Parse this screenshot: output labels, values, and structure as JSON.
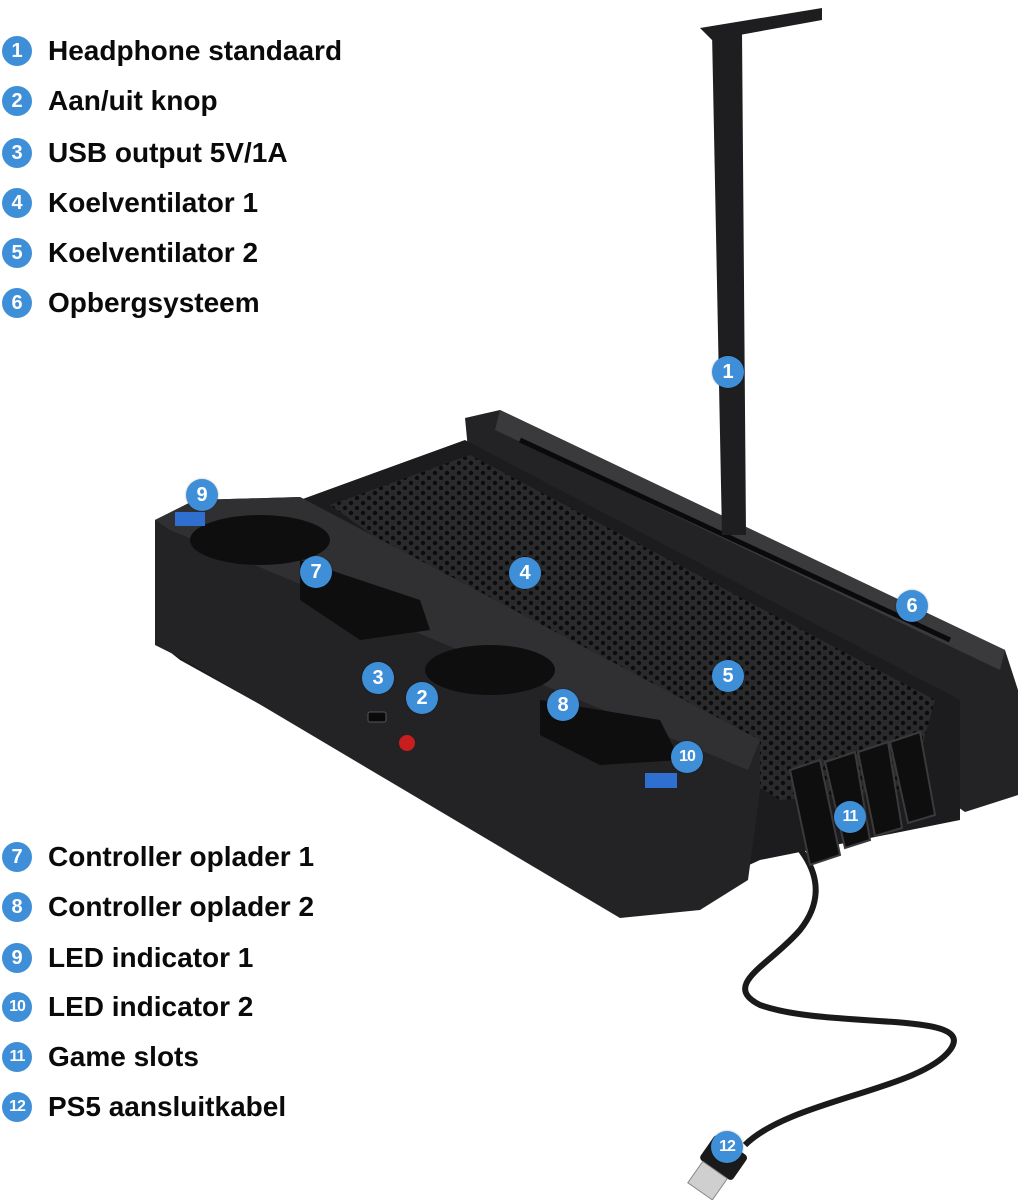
{
  "legend_top": [
    {
      "num": "1",
      "label": "Headphone standaard"
    },
    {
      "num": "2",
      "label": "Aan/uit knop"
    },
    {
      "num": "3",
      "label": "USB output 5V/1A"
    },
    {
      "num": "4",
      "label": "Koelventilator 1"
    },
    {
      "num": "5",
      "label": "Koelventilator 2"
    },
    {
      "num": "6",
      "label": "Opbergsysteem"
    }
  ],
  "legend_bottom": [
    {
      "num": "7",
      "label": "Controller oplader 1"
    },
    {
      "num": "8",
      "label": "Controller oplader 2"
    },
    {
      "num": "9",
      "label": "LED indicator 1"
    },
    {
      "num": "10",
      "label": "LED indicator 2"
    },
    {
      "num": "11",
      "label": "Game slots"
    },
    {
      "num": "12",
      "label": "PS5 aansluitkabel"
    }
  ],
  "callouts": [
    "1",
    "2",
    "3",
    "4",
    "5",
    "6",
    "7",
    "8",
    "9",
    "10",
    "11",
    "12"
  ],
  "colors": {
    "badge": "#3f8fd8",
    "product": "#1c1c1e",
    "led": "#2f6fd0",
    "button": "#c81e1e"
  }
}
